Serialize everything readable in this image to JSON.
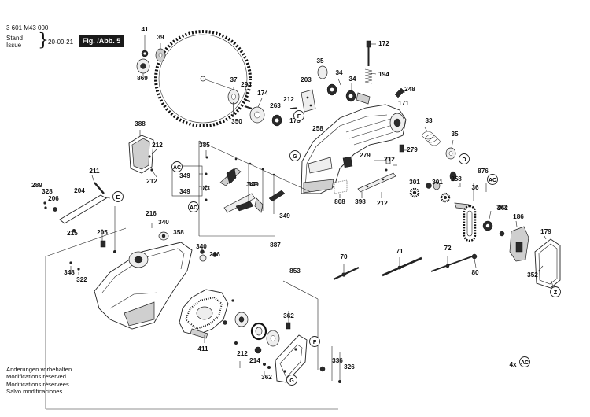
{
  "document": {
    "number": "3 601 M43 000",
    "stand_label": "Stand",
    "issue_label": "Issue",
    "brace": "}",
    "date": "20-09-21",
    "figure_label": "Fig. /Abb. 5",
    "multiplier": "4x"
  },
  "notes": [
    "Änderungen vorbehalten",
    "Modifications reserved",
    "Modifications réservées",
    "Salvo modificaciones"
  ],
  "part_numbers": [
    "41",
    "39",
    "869",
    "37",
    "294",
    "174",
    "350",
    "203",
    "212",
    "34",
    "34",
    "35",
    "172",
    "194",
    "248",
    "171",
    "263",
    "175",
    "258",
    "F",
    "33",
    "35",
    "D",
    "279",
    "212",
    "279",
    "388",
    "212",
    "212",
    "385",
    "AC",
    "349",
    "183",
    "349",
    "349",
    "AC",
    "349",
    "G",
    "876",
    "AC",
    "262",
    "301",
    "301",
    "258",
    "36",
    "262",
    "186",
    "179",
    "211",
    "289",
    "328",
    "206",
    "204",
    "E",
    "215",
    "216",
    "340",
    "205",
    "358",
    "340",
    "216",
    "887",
    "349",
    "808",
    "398",
    "212",
    "70",
    "71",
    "72",
    "80",
    "352",
    "Z",
    "348",
    "322",
    "853",
    "362",
    "F",
    "411",
    "212",
    "214",
    "362",
    "G",
    "336",
    "326",
    "AC"
  ]
}
